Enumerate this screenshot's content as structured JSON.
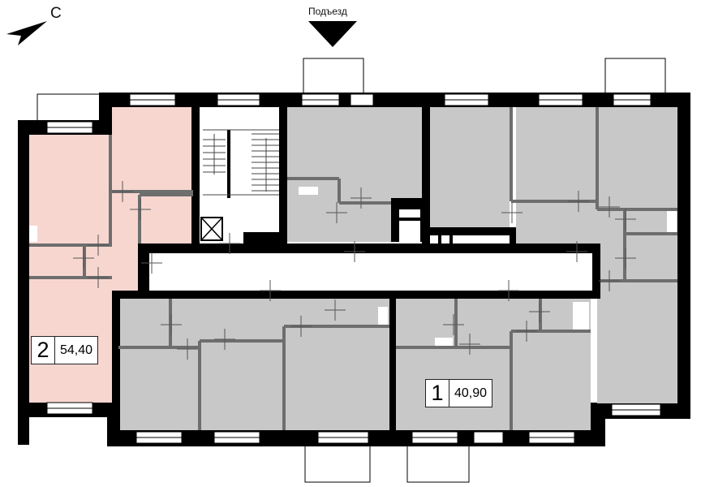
{
  "compass": {
    "letter": "С",
    "icon": "north-arrow-icon"
  },
  "entrance": {
    "label": "Подъезд",
    "icon": "entrance-triangle-icon"
  },
  "apartments": [
    {
      "number": "2",
      "area": "54,40",
      "highlighted": true
    },
    {
      "number": "1",
      "area": "40,90",
      "highlighted": false
    }
  ],
  "colors": {
    "wall": "#000000",
    "room": "#c8c8c8",
    "highlight": "#f8d6d0",
    "partition": "#6e6e6e",
    "background": "#ffffff"
  }
}
